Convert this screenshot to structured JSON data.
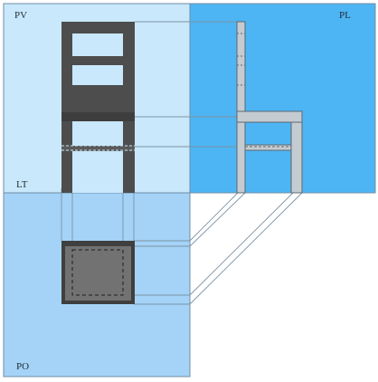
{
  "labels": {
    "pv": "PV",
    "pl": "PL",
    "lt": "LT",
    "po": "PO"
  },
  "colors": {
    "plane_pv": "#c9e8fb",
    "plane_pl": "#4db5f3",
    "plane_po": "#a4d3f7",
    "plane_border": "#6f8ea6",
    "chair_front": "#4d4d4d",
    "chair_rail_light": "#6a6a6a",
    "chair_side": "#c4ccd2",
    "chair_side_edge": "#5d6870",
    "seat_top": "#727272",
    "seat_edge": "#3f3f3f",
    "projection_line": "#7d93a6",
    "background": "#ffffff"
  }
}
